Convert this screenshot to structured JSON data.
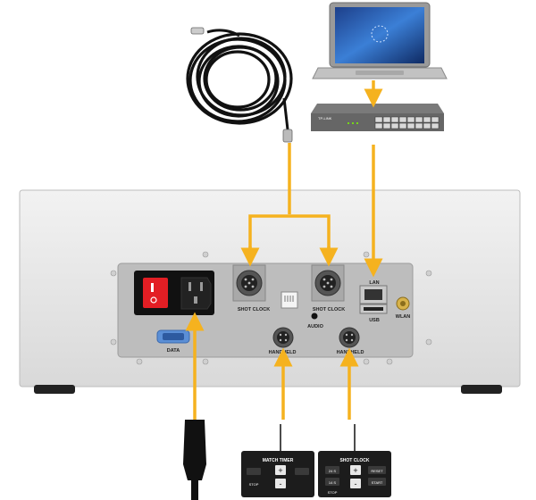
{
  "panel": {
    "labels": {
      "shot_clock_left": "SHOT CLOCK",
      "shot_clock_right": "SHOT CLOCK",
      "audio": "AUDIO",
      "lan": "LAN",
      "usb": "USB",
      "wlan": "WLAN",
      "data": "DATA",
      "handheld_left": "HANDHELD",
      "handheld_right": "HANDHELD"
    }
  },
  "switch": {
    "brand": "TP-LINK"
  },
  "remotes": {
    "match_timer": {
      "title": "MATCH TIMER",
      "plus": "+",
      "minus": "-",
      "stop": "STOP"
    },
    "shot_clock": {
      "title": "SHOT CLOCK",
      "btn_24": "24 S",
      "btn_14": "14 S",
      "plus": "+",
      "minus": "-",
      "reset": "RESET",
      "start": "START",
      "stop": "STOP"
    }
  },
  "colors": {
    "connection": "#F5B21F",
    "chassis": "#E6E6E6",
    "panel": "#BDBDBD",
    "power_switch": "#E31E24"
  }
}
